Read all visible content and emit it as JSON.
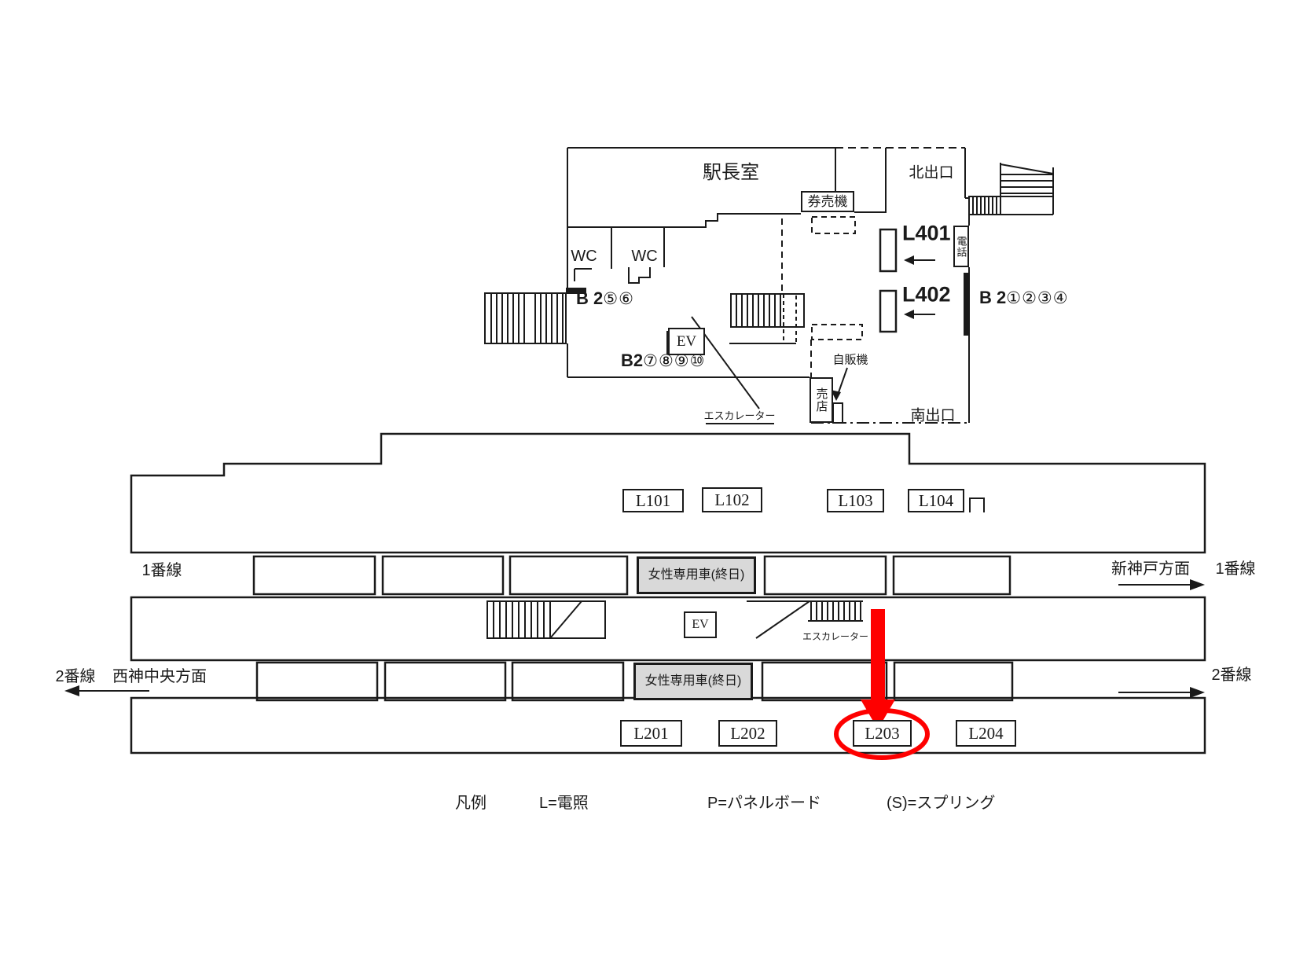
{
  "colors": {
    "line": "#1a1a1a",
    "highlight": "#ff0000",
    "women_car_fill": "#d9d9d9"
  },
  "concourse": {
    "station_master_office": "駅長室",
    "ticket_machines": "券売機",
    "north_exit": "北出口",
    "south_exit": "南出口",
    "wc_left": "WC",
    "wc_right": "WC",
    "elevator": "EV",
    "phone": "電話",
    "kiosk": "売店",
    "vending_machine": "自販機",
    "escalator": "エスカレーター",
    "sign_l401": "L401",
    "sign_l402": "L402",
    "b2_56": {
      "bold": "B 2",
      "circles": "⑤⑥"
    },
    "b2_78910": {
      "bold": "B2",
      "circles": "⑦⑧⑨⑩"
    },
    "b2_1234": {
      "bold": "B 2",
      "circles": "①②③④"
    }
  },
  "platforms": {
    "track1_left": "1番線",
    "track1_right": "1番線",
    "track1_direction": "新神戸方面",
    "track2_left": "2番線",
    "track2_right": "2番線",
    "track2_direction": "西神中央方面",
    "women_only_car_1": "女性専用車(終日)",
    "women_only_car_2": "女性専用車(終日)",
    "elevator": "EV",
    "escalator": "エスカレーター",
    "upper_signs": [
      "L101",
      "L102",
      "L103",
      "L104"
    ],
    "lower_signs": [
      "L201",
      "L202",
      "L203",
      "L204"
    ],
    "highlighted_sign": "L203"
  },
  "legend": {
    "title": "凡例",
    "item_l": "L=電照",
    "item_p": "P=パネルボード",
    "item_s": "(S)=スプリング"
  }
}
